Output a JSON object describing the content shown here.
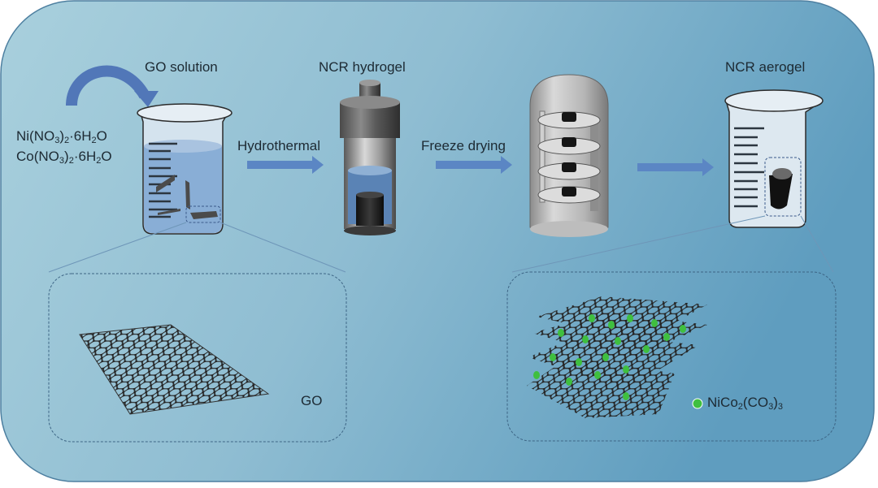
{
  "diagram": {
    "title": "NCR aerogel synthesis scheme",
    "colors": {
      "background_start": "#a8cfdc",
      "background_end": "#5f9ebf",
      "arrow": "#5b86c4",
      "text": "#1d2a33",
      "particle": "#3fbf3f"
    },
    "reagents": {
      "line1": {
        "prefix": "Ni(NO",
        "sub1": "3",
        "mid": ")",
        "sub2": "2",
        "suffix": "·6H",
        "sub3": "2",
        "end": "O"
      },
      "line2": {
        "prefix": "Co(NO",
        "sub1": "3",
        "mid": ")",
        "sub2": "2",
        "suffix": "·6H",
        "sub3": "2",
        "end": "O"
      }
    },
    "stages": [
      {
        "label": "GO solution",
        "vessel": "beaker-icon"
      },
      {
        "label": "NCR hydrogel",
        "vessel": "autoclave-icon"
      },
      {
        "label": "",
        "vessel": "freeze-dryer-icon"
      },
      {
        "label": "NCR aerogel",
        "vessel": "beaker-icon"
      }
    ],
    "steps": [
      {
        "label": "Hydrothermal"
      },
      {
        "label": "Freeze drying"
      },
      {
        "label": ""
      }
    ],
    "insets": {
      "left": {
        "label": "GO"
      },
      "right": {
        "legend": {
          "prefix": "NiCo",
          "sub1": "2",
          "mid": "(CO",
          "sub2": "3",
          "mid2": ")",
          "sub3": "3"
        }
      }
    }
  }
}
